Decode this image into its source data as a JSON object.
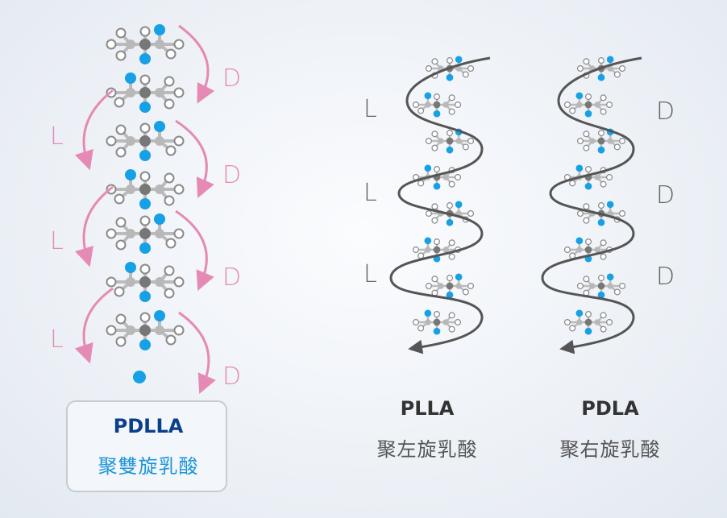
{
  "pdlla": {
    "name": "PDLLA",
    "chinese": "聚雙旋乳酸",
    "left_labels": [
      "L",
      "L",
      "L"
    ],
    "right_labels": [
      "D",
      "D",
      "D",
      "D"
    ]
  },
  "plla": {
    "name": "PLLA",
    "chinese": "聚左旋乳酸",
    "labels": [
      "L",
      "L",
      "L"
    ]
  },
  "pdla": {
    "name": "PDLA",
    "chinese": "聚右旋乳酸",
    "labels": [
      "D",
      "D",
      "D"
    ]
  },
  "colors": {
    "pink": "#e58ab4",
    "blue": "#16a0e6",
    "dark_atom": "#777777",
    "light_atom": "#b8b8b8",
    "helix": "#555555",
    "pdlla_title": "#0a3f8c",
    "pdlla_sub": "#1d95d6"
  },
  "icons": {
    "arrow": "curved-arrow-icon",
    "molecule": "lactic-acid-unit-icon"
  }
}
